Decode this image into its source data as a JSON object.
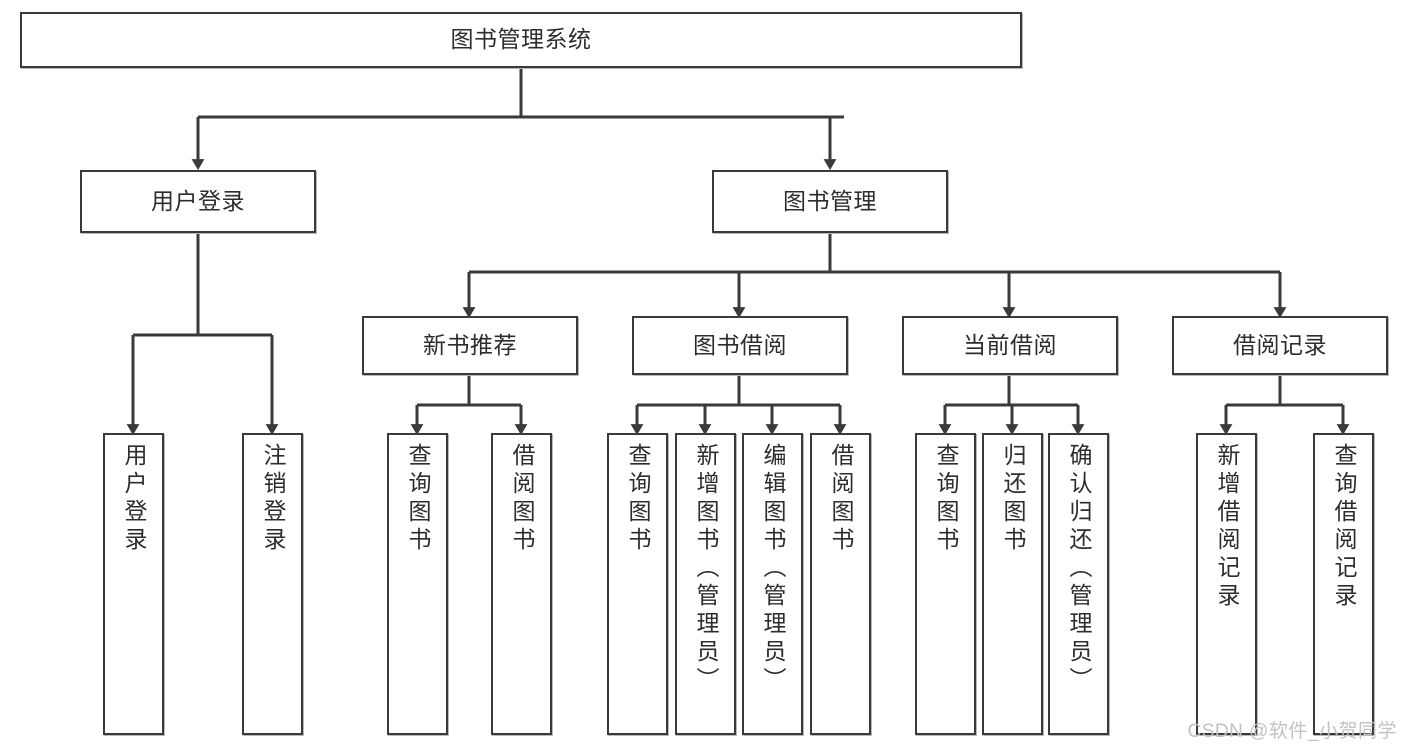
{
  "diagram": {
    "title": "图书管理系统",
    "type": "tree-hierarchy",
    "colors": {
      "box_border": "#3a3a3a",
      "box_fill": "#ffffff",
      "connector": "#3a3a3a",
      "text": "#2d2d2d",
      "watermark": "#c2c2c2",
      "background": "#ffffff"
    },
    "root": {
      "label": "图书管理系统"
    },
    "level2": [
      {
        "label": "用户登录"
      },
      {
        "label": "图书管理"
      }
    ],
    "level3": [
      {
        "label": "新书推荐"
      },
      {
        "label": "图书借阅"
      },
      {
        "label": "当前借阅"
      },
      {
        "label": "借阅记录"
      }
    ],
    "leaves": [
      {
        "label": "用户登录",
        "parent": "用户登录"
      },
      {
        "label": "注销登录",
        "parent": "用户登录"
      },
      {
        "label": "查询图书",
        "parent": "新书推荐"
      },
      {
        "label": "借阅图书",
        "parent": "新书推荐"
      },
      {
        "label": "查询图书",
        "parent": "图书借阅"
      },
      {
        "label": "新增图书（管理员）",
        "parent": "图书借阅"
      },
      {
        "label": "编辑图书（管理员）",
        "parent": "图书借阅"
      },
      {
        "label": "借阅图书",
        "parent": "图书借阅"
      },
      {
        "label": "查询图书",
        "parent": "当前借阅"
      },
      {
        "label": "归还图书",
        "parent": "当前借阅"
      },
      {
        "label": "确认归还（管理员）",
        "parent": "当前借阅"
      },
      {
        "label": "新增借阅记录",
        "parent": "借阅记录"
      },
      {
        "label": "查询借阅记录",
        "parent": "借阅记录"
      }
    ]
  },
  "watermark": {
    "text": "CSDN @软件_小贺同学"
  }
}
